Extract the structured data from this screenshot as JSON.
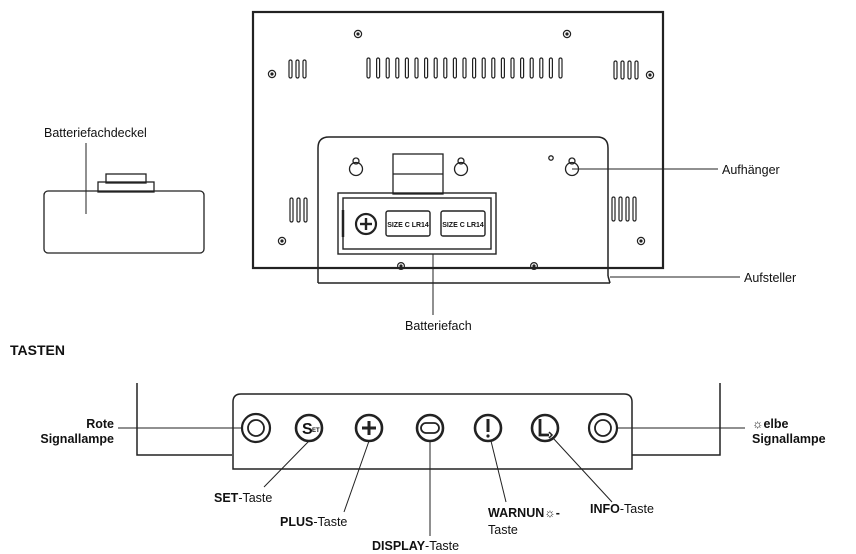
{
  "colors": {
    "line": "#222222",
    "text": "#111111",
    "background": "#ffffff"
  },
  "icons": {
    "set": "set-button-icon",
    "plus": "plus-icon",
    "display": "display-button-icon",
    "warning": "exclamation-icon",
    "info": "info-l-icon",
    "lamp": "signal-lamp-icon"
  },
  "labels": {
    "battery_cover": "Batteriefachdeckel",
    "hanger": "Aufhänger",
    "stand": "Aufsteller",
    "battery_compartment": "Batteriefach",
    "buttons_heading": "TASTEN",
    "red_lamp_line1": "Rote",
    "red_lamp_line2": "Signallampe",
    "yellow_lamp_line1": "☼elbe",
    "yellow_lamp_line2": "Signallampe",
    "set_bold": "SET",
    "set_rest": "-Taste",
    "plus_bold": "PLUS",
    "plus_rest": "-Taste",
    "display_bold": "DISPLAY",
    "display_rest": "-Taste",
    "warning_bold": "WARNUN☼-",
    "warning_rest": "Taste",
    "info_bold": "INFO",
    "info_rest": "-Taste"
  },
  "battery_text": {
    "cell1": "SIZE C LR14",
    "cell2": "SIZE C LR14",
    "set_glyph_s": "S",
    "set_glyph_et": "ET",
    "plus_glyph": "+",
    "warning_glyph": "!",
    "info_glyph": "L"
  }
}
